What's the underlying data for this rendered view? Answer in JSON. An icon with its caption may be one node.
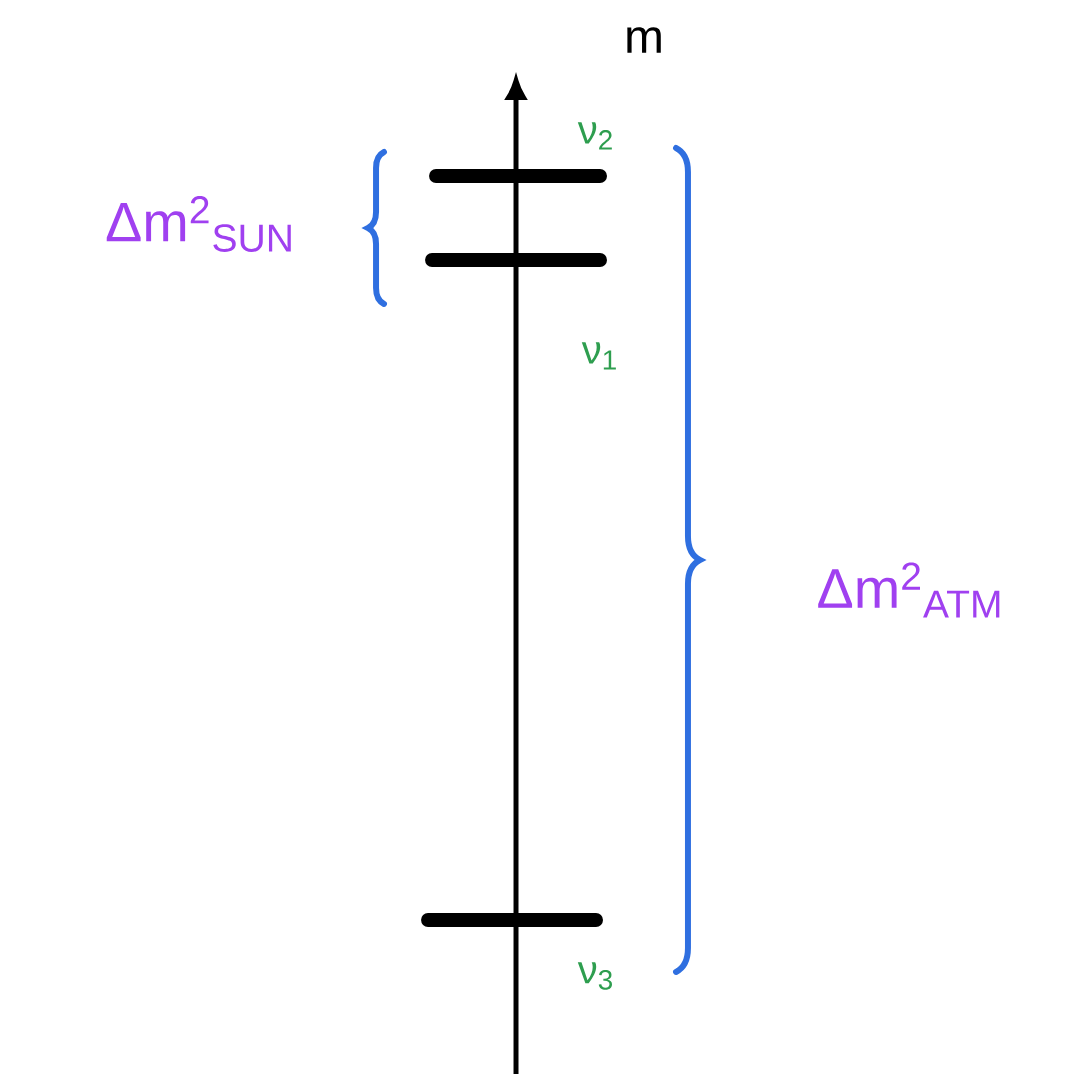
{
  "diagram": {
    "labels": [
      "m",
      "ν$_{2}$",
      "Δm$^{2}$$_{SUN}$",
      "ν$_{1}$",
      "Δm$^{2}$$_{ATM}$",
      "ν$_{3}$"
    ]
  }
}
